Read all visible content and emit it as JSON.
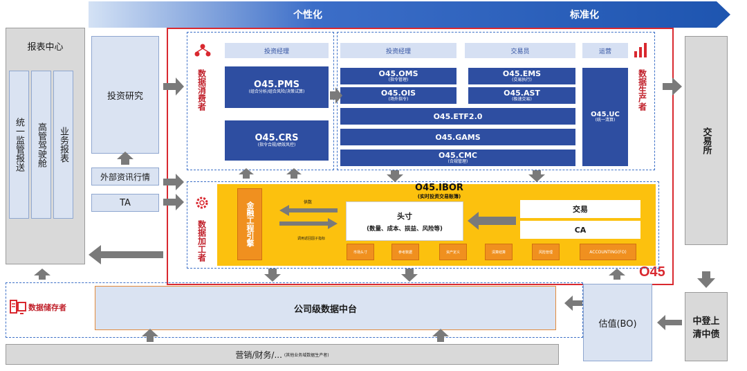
{
  "banner": {
    "left": "个性化",
    "right": "标准化"
  },
  "report_center": {
    "title": "报表中心",
    "cols": [
      "统一监管报送",
      "高管驾驶舱",
      "业务报表"
    ]
  },
  "research": "投资研究",
  "external_info": "外部资讯行情",
  "ta": "TA",
  "consumer": {
    "label": "数据消费者",
    "header": "投资经理",
    "pms": {
      "title": "O45.PMS",
      "sub": "(组合分析/组合风险/决策试算)"
    },
    "crs": {
      "title": "O45.CRS",
      "sub": "(指令合规/绩效风控)"
    }
  },
  "producer": {
    "label": "数据生产者",
    "headers": [
      "投资经理",
      "交易员",
      "运营"
    ],
    "oms": {
      "title": "O45.OMS",
      "sub": "(指令管理)"
    },
    "ois": {
      "title": "O45.OIS",
      "sub": "(场外指令)"
    },
    "ems": {
      "title": "O45.EMS",
      "sub": "(交易执行)"
    },
    "ast": {
      "title": "O45.AST",
      "sub": "(极速交易)"
    },
    "etf": "O45.ETF2.0",
    "gams": "O45.GAMS",
    "cmc": {
      "title": "O45.CMC",
      "sub": "(合规管理)"
    },
    "uc": {
      "title": "O45.UC",
      "sub": "(统一清算)"
    }
  },
  "processor": {
    "label": "数据加工者",
    "ibor_title": "O45.IBOR",
    "ibor_sub": "(实时投资交易账簿)",
    "fin_engine": "金融工程引擎",
    "supply": "供数",
    "call_back": "调用返回因子指标",
    "position_title": "头寸",
    "position_sub": "(数量、成本、损益、风险等)",
    "trade": "交易",
    "ca": "CA",
    "small_boxes": [
      "市场头寸",
      "参考数据",
      "资产定义",
      "清算结算",
      "风险管理",
      "ACCOUNTING(FO)"
    ]
  },
  "o45_mark": "O45",
  "storage_label": "数据储存者",
  "data_platform": "公司级数据中台",
  "valuation": "估值(BO)",
  "exchange": "交易所",
  "clearing": "中登上清中债",
  "marketing": {
    "main": "营销/财务/...",
    "sub": "(其他业务域数据生产者)"
  },
  "colors": {
    "navy": "#2e4ea1",
    "red": "#d9282f",
    "orange": "#f0901f",
    "yellow": "#fcc10e",
    "light_blue": "#dae3f2",
    "gray": "#d9d9d9"
  }
}
